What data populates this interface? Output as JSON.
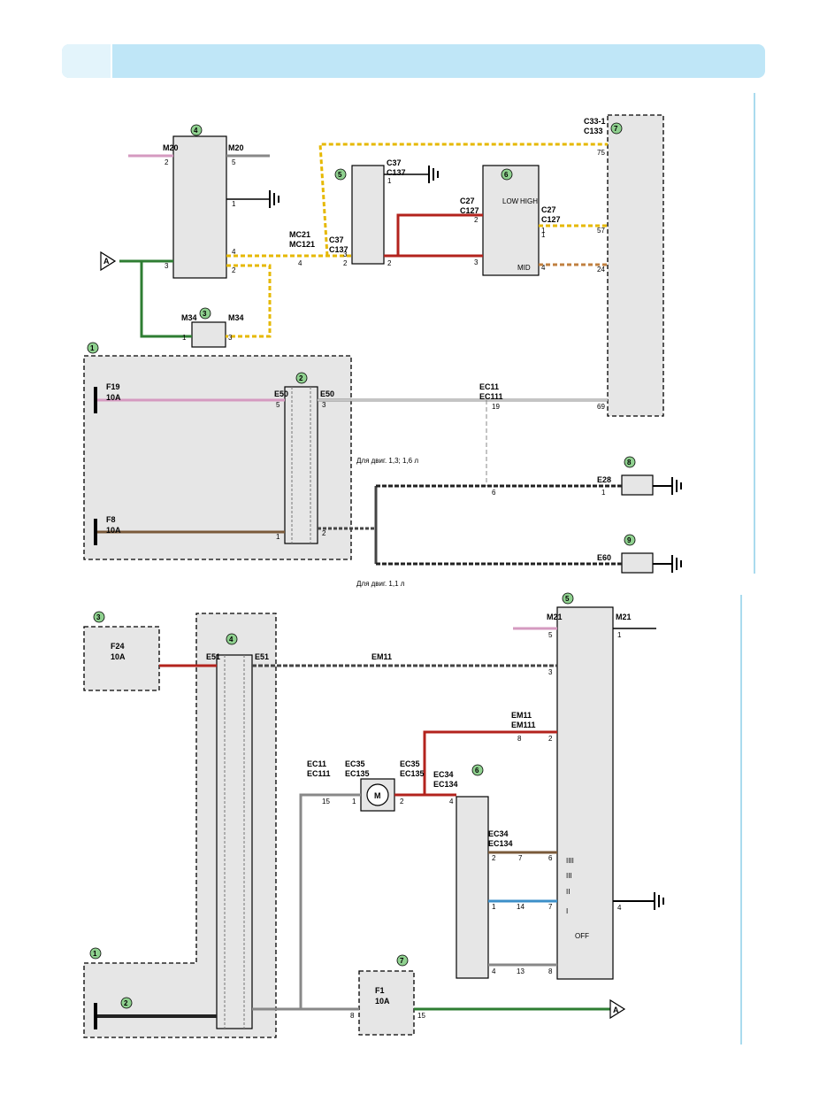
{
  "colors": {
    "header": "#bfe6f7",
    "header_tab": "#e3f4fb",
    "block_fill": "#e6e6e6",
    "callout": "#8fd18f",
    "wire_red": "#b3231d",
    "wire_green": "#2e7d32",
    "wire_brown": "#7a5a3a",
    "wire_pink": "#d59ac0",
    "wire_blue": "#3c8fc8",
    "wire_yellow": "#e6b800",
    "divider": "#8ecfe8"
  },
  "top": {
    "callouts": [
      "1",
      "2",
      "3",
      "4",
      "5",
      "6",
      "7",
      "8",
      "9"
    ],
    "fuse_f19": "F19",
    "fuse_f19_rating": "10A",
    "fuse_f8": "F8",
    "fuse_f8_rating": "10A",
    "conn_e50_a": "E50",
    "conn_e50_b": "E50",
    "conn_m34_a": "M34",
    "conn_m34_b": "M34",
    "conn_m20_a": "M20",
    "conn_m20_b": "M20",
    "conn_mc21": "MC21",
    "conn_mc121": "MC121",
    "conn_c37_a": "C37",
    "conn_c137_a": "C137",
    "conn_c37_b": "C37",
    "conn_c137_b": "C137",
    "conn_c27_a": "C27",
    "conn_c127_a": "C127",
    "conn_c27_b": "C27",
    "conn_c127_b": "C127",
    "conn_c33": "C33-1",
    "conn_c133": "C133",
    "conn_ec11": "EC11",
    "conn_ec111": "EC111",
    "conn_e28": "E28",
    "conn_e60": "E60",
    "sw_low": "LOW",
    "sw_high": "HIGH",
    "sw_mid": "MID",
    "flag_a": "A",
    "engine_note_1": "Для двиг. 1,3; 1,6 л",
    "engine_note_2": "Для двиг. 1,1 л",
    "pins": [
      "2",
      "5",
      "1",
      "4",
      "3",
      "2",
      "1",
      "3",
      "4",
      "2",
      "1",
      "3",
      "2",
      "1",
      "2",
      "3",
      "4",
      "1",
      "75",
      "57",
      "24",
      "69",
      "5",
      "3",
      "1",
      "2",
      "19",
      "6",
      "1"
    ]
  },
  "bottom": {
    "callouts": [
      "1",
      "2",
      "3",
      "4",
      "5",
      "6",
      "7"
    ],
    "fuse_f24": "F24",
    "fuse_f24_rating": "10A",
    "fuse_f1": "F1",
    "fuse_f1_rating": "10A",
    "conn_e51_a": "E51",
    "conn_e51_b": "E51",
    "conn_em11": "EM11",
    "conn_m21_a": "M21",
    "conn_m21_b": "M21",
    "conn_em11_b": "EM11",
    "conn_em111": "EM111",
    "conn_ec11": "EC11",
    "conn_ec111": "EC111",
    "conn_ec35_a": "EC35",
    "conn_ec135_a": "EC135",
    "conn_ec35_b": "EC35",
    "conn_ec135_b": "EC135",
    "conn_ec34_a": "EC34",
    "conn_ec134_a": "EC134",
    "conn_ec34_b": "EC34",
    "conn_ec134_b": "EC134",
    "motor": "M",
    "sw_off": "OFF",
    "sw_i": "I",
    "sw_ii": "II",
    "sw_iii": "III",
    "sw_iiii": "IIII",
    "flag_a": "A",
    "pins": [
      "5",
      "1",
      "3",
      "2",
      "8",
      "15",
      "1",
      "2",
      "4",
      "2",
      "7",
      "6",
      "1",
      "14",
      "7",
      "4",
      "13",
      "8",
      "8",
      "15",
      "4"
    ]
  }
}
